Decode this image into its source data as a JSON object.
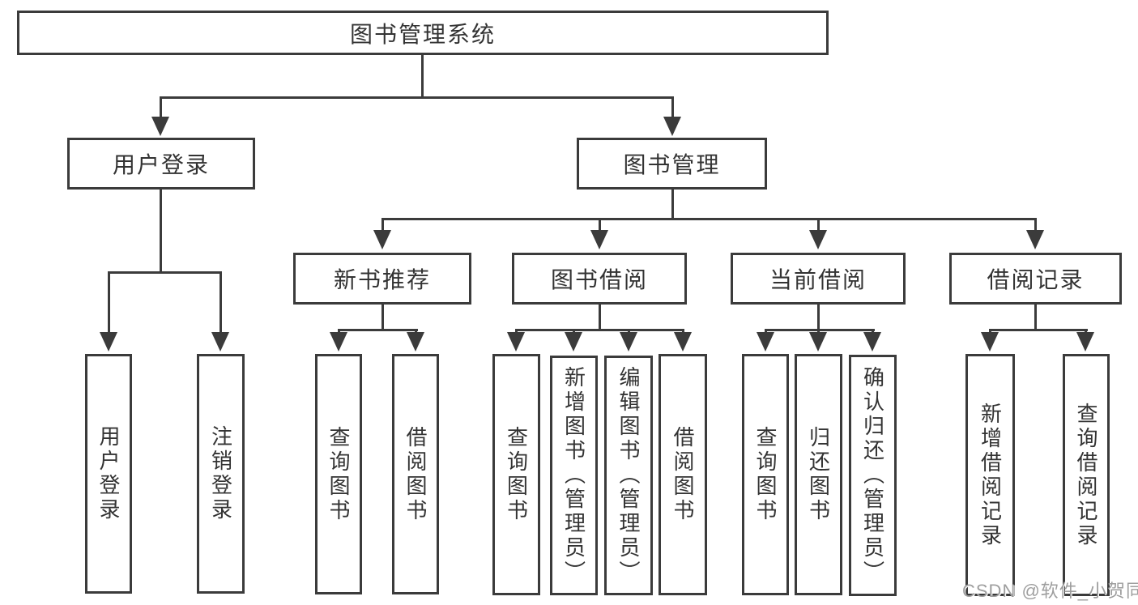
{
  "diagram_title": "图书管理系统",
  "colors": {
    "line": "#3b3b3b",
    "text": "#333333",
    "watermark": "#9e9e9e",
    "background": "#ffffff"
  },
  "nodes": {
    "root": {
      "label": "图书管理系统"
    },
    "user_login": {
      "label": "用户登录"
    },
    "book_management": {
      "label": "图书管理"
    },
    "new_book_recommend": {
      "label": "新书推荐"
    },
    "book_borrowing": {
      "label": "图书借阅"
    },
    "current_borrowing": {
      "label": "当前借阅"
    },
    "borrowing_records": {
      "label": "借阅记录"
    },
    "leaf_user_login": {
      "label": "用户登录"
    },
    "leaf_logout": {
      "label": "注销登录"
    },
    "leaf_query_book_recommend": {
      "label": "查询图书"
    },
    "leaf_borrow_book_recommend": {
      "label": "借阅图书"
    },
    "leaf_query_book_borrowing": {
      "label": "查询图书"
    },
    "leaf_add_book_admin": {
      "label": "新增图书（管理员）"
    },
    "leaf_edit_book_admin": {
      "label": "编辑图书（管理员）"
    },
    "leaf_borrow_book_borrowing": {
      "label": "借阅图书"
    },
    "leaf_query_book_current": {
      "label": "查询图书"
    },
    "leaf_return_book": {
      "label": "归还图书"
    },
    "leaf_confirm_return_admin": {
      "label": "确认归还（管理员）"
    },
    "leaf_add_borrow_record": {
      "label": "新增借阅记录"
    },
    "leaf_query_borrow_record": {
      "label": "查询借阅记录"
    }
  },
  "edges": [
    {
      "from": "图书管理系统",
      "to": "用户登录"
    },
    {
      "from": "图书管理系统",
      "to": "图书管理"
    },
    {
      "from": "用户登录",
      "to": "用户登录"
    },
    {
      "from": "用户登录",
      "to": "注销登录"
    },
    {
      "from": "图书管理",
      "to": "新书推荐"
    },
    {
      "from": "图书管理",
      "to": "图书借阅"
    },
    {
      "from": "图书管理",
      "to": "当前借阅"
    },
    {
      "from": "图书管理",
      "to": "借阅记录"
    },
    {
      "from": "新书推荐",
      "to": "查询图书"
    },
    {
      "from": "新书推荐",
      "to": "借阅图书"
    },
    {
      "from": "图书借阅",
      "to": "查询图书"
    },
    {
      "from": "图书借阅",
      "to": "新增图书（管理员）"
    },
    {
      "from": "图书借阅",
      "to": "编辑图书（管理员）"
    },
    {
      "from": "图书借阅",
      "to": "借阅图书"
    },
    {
      "from": "当前借阅",
      "to": "查询图书"
    },
    {
      "from": "当前借阅",
      "to": "归还图书"
    },
    {
      "from": "当前借阅",
      "to": "确认归还（管理员）"
    },
    {
      "from": "借阅记录",
      "to": "新增借阅记录"
    },
    {
      "from": "借阅记录",
      "to": "查询借阅记录"
    }
  ],
  "watermark": {
    "text": "CSDN @软件_小贺同学"
  }
}
